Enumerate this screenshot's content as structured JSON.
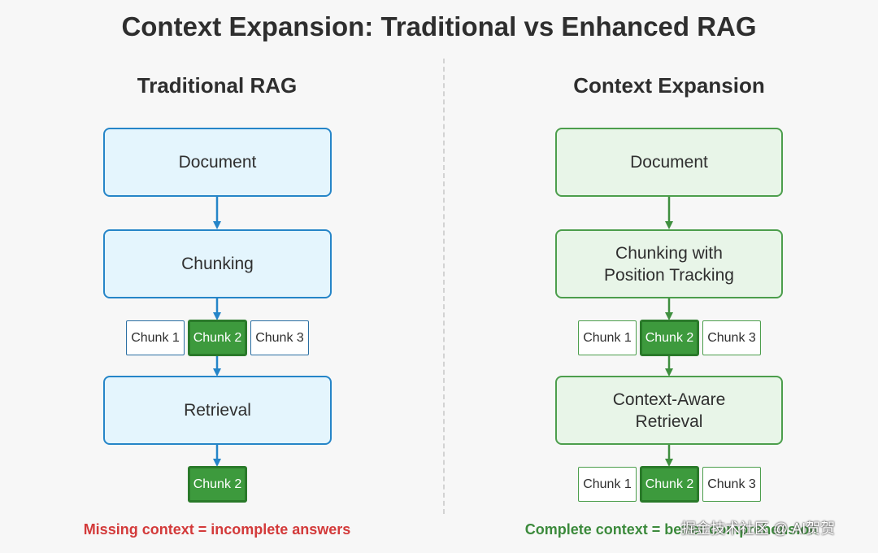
{
  "title": "Context Expansion: Traditional vs Enhanced RAG",
  "left": {
    "heading": "Traditional RAG",
    "step_document": "Document",
    "step_chunking": "Chunking",
    "chunks": [
      "Chunk 1",
      "Chunk 2",
      "Chunk 3"
    ],
    "step_retrieval": "Retrieval",
    "result_chunk": "Chunk 2",
    "caption": "Missing context = incomplete answers"
  },
  "right": {
    "heading": "Context Expansion",
    "step_document": "Document",
    "step_chunking_line1": "Chunking with",
    "step_chunking_line2": "Position Tracking",
    "chunks": [
      "Chunk 1",
      "Chunk 2",
      "Chunk 3"
    ],
    "step_retrieval_line1": "Context-Aware",
    "step_retrieval_line2": "Retrieval",
    "result_chunks": [
      "Chunk 1",
      "Chunk 2",
      "Chunk 3"
    ],
    "caption": "Complete context = better comprehension"
  },
  "watermark": "掘金技术社区 @ AI贺贺",
  "colors": {
    "blue_fill": "#e4f5fd",
    "blue_border": "#2585c8",
    "green_fill": "#e8f5e8",
    "green_border": "#4c9e4c",
    "selected_chunk": "#3d9a3d",
    "caption_red": "#d33a3a",
    "caption_green": "#3c8a3c"
  }
}
